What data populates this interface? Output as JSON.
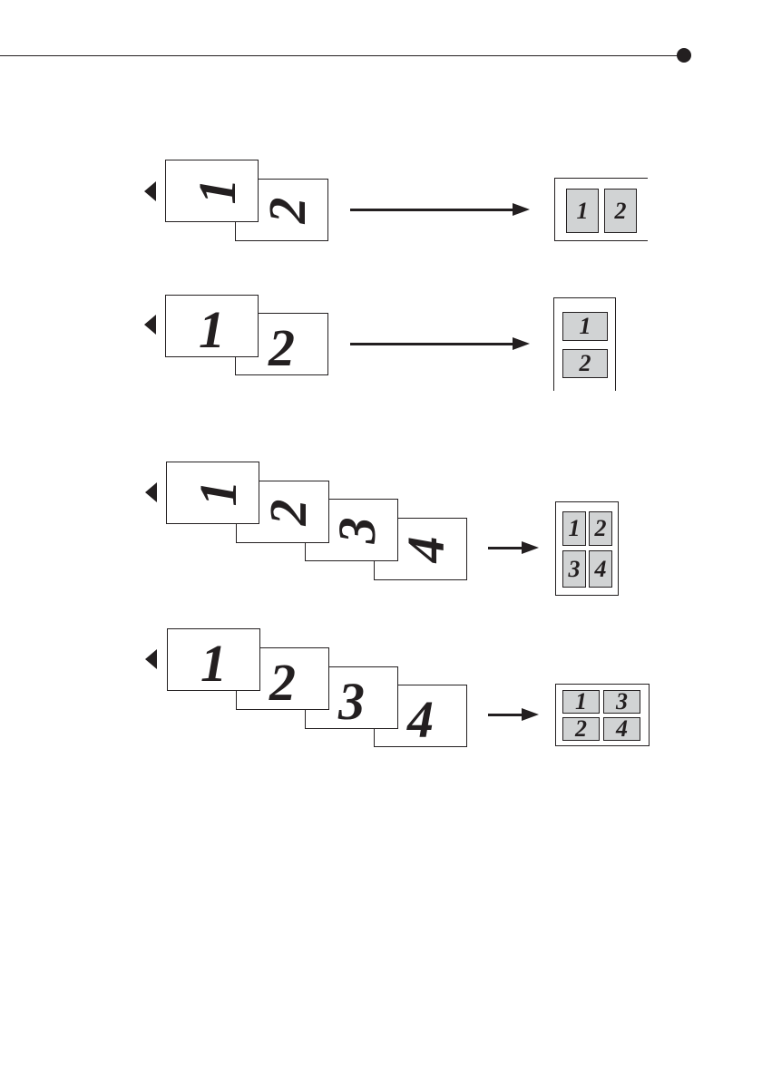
{
  "diagram": {
    "colors": {
      "ink": "#231f20",
      "cell_fill": "#d1d3d4",
      "paper": "#ffffff"
    },
    "rows": [
      {
        "id": "portrait-2in1",
        "source_pages": [
          "1",
          "2"
        ],
        "result_cells": [
          "1",
          "2"
        ]
      },
      {
        "id": "landscape-2in1",
        "source_pages": [
          "1",
          "2"
        ],
        "result_cells": [
          "1",
          "2"
        ]
      },
      {
        "id": "portrait-4in1",
        "source_pages": [
          "1",
          "2",
          "3",
          "4"
        ],
        "result_cells": [
          "1",
          "2",
          "3",
          "4"
        ]
      },
      {
        "id": "landscape-4in1",
        "source_pages": [
          "1",
          "2",
          "3",
          "4"
        ],
        "result_cells": [
          "1",
          "3",
          "2",
          "4"
        ]
      }
    ]
  }
}
